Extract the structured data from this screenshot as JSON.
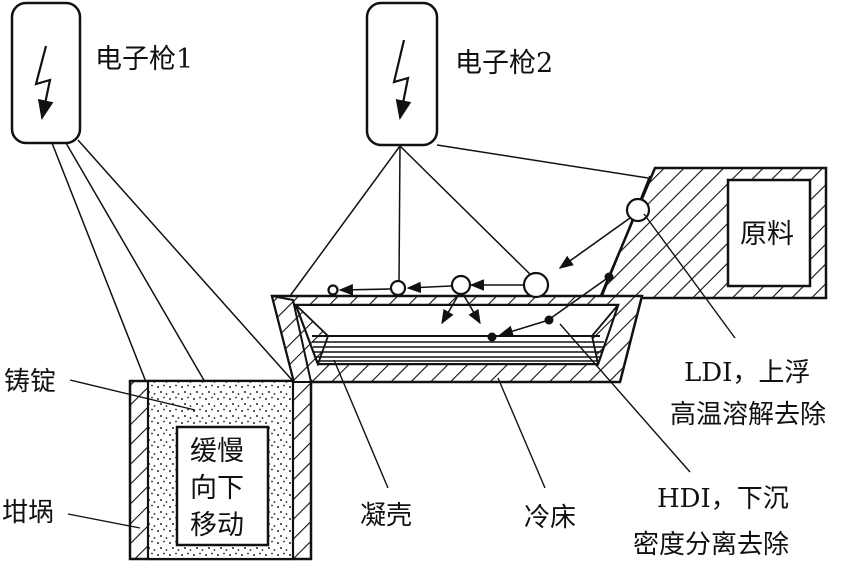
{
  "labels": {
    "gun1": "电子枪1",
    "gun2": "电子枪2",
    "raw": "原料",
    "ingot": "铸锭",
    "crucible": "坩埚",
    "move_line1": "缓慢",
    "move_line2": "向下",
    "move_line3": "移动",
    "shell": "凝壳",
    "hearth": "冷床",
    "ldi_line1": "LDI，上浮",
    "ldi_line2": "高温溶解去除",
    "hdi_line1": "HDI，下沉",
    "hdi_line2": "密度分离去除"
  },
  "colors": {
    "ink": "#111111",
    "background": "#ffffff"
  },
  "icons": [
    "electron-gun-icon",
    "lightning-bolt-icon"
  ]
}
